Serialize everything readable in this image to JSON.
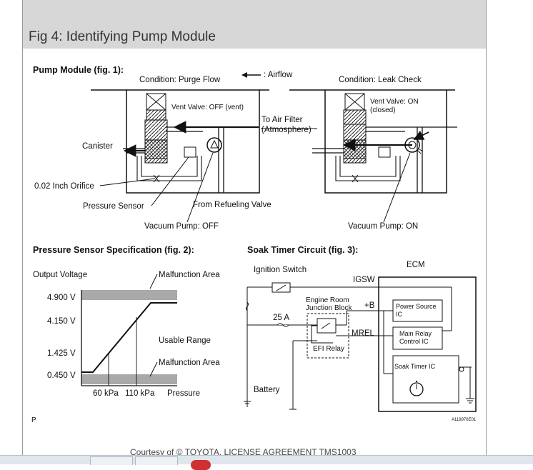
{
  "figure_title": "Fig 4: Identifying Pump Module",
  "courtesy": "Courtesy of © TOYOTA, LICENSE AGREEMENT TMS1003",
  "fig1": {
    "heading": "Pump Module (fig. 1):",
    "airflow_legend": ": Airflow",
    "left": {
      "condition": "Condition: Purge Flow",
      "vent_valve": "Vent Valve: OFF (vent)",
      "vacuum_pump": "Vacuum Pump: OFF"
    },
    "right": {
      "condition": "Condition: Leak Check",
      "vent_valve_line1": "Vent Valve: ON",
      "vent_valve_line2": "(closed)",
      "vacuum_pump": "Vacuum Pump: ON"
    },
    "to_air_filter_line1": "To Air Filter",
    "to_air_filter_line2": "(Atmosphere)",
    "canister": "Canister",
    "orifice": "0.02 Inch Orifice",
    "pressure_sensor": "Pressure Sensor",
    "from_refueling_valve": "From Refueling Valve"
  },
  "fig2": {
    "heading": "Pressure Sensor Specification (fig. 2):",
    "output_voltage": "Output Voltage",
    "malfunction_area_top": "Malfunction Area",
    "malfunction_area_bottom": "Malfunction Area",
    "usable_range": "Usable Range",
    "y_ticks": [
      "4.900 V",
      "4.150 V",
      "1.425 V",
      "0.450 V"
    ],
    "x_ticks": [
      "60 kPa",
      "110 kPa"
    ],
    "x_axis_label": "Pressure"
  },
  "fig3": {
    "heading": "Soak Timer Circuit (fig. 3):",
    "ignition_switch": "Ignition Switch",
    "ecm": "ECM",
    "igsw": "IGSW",
    "junction_block_line1": "Engine Room",
    "junction_block_line2": "Junction Block",
    "plus_b": "+B",
    "fuse": "25 A",
    "mrel": "MREL",
    "efi_relay": "EFI Relay",
    "power_source_line1": "Power Source",
    "power_source_line2": "IC",
    "main_relay_line1": "Main Relay",
    "main_relay_line2": "Control IC",
    "soak_timer": "Soak Timer IC",
    "battery": "Battery"
  },
  "page_marker": "P",
  "doc_code": "A118976E01"
}
